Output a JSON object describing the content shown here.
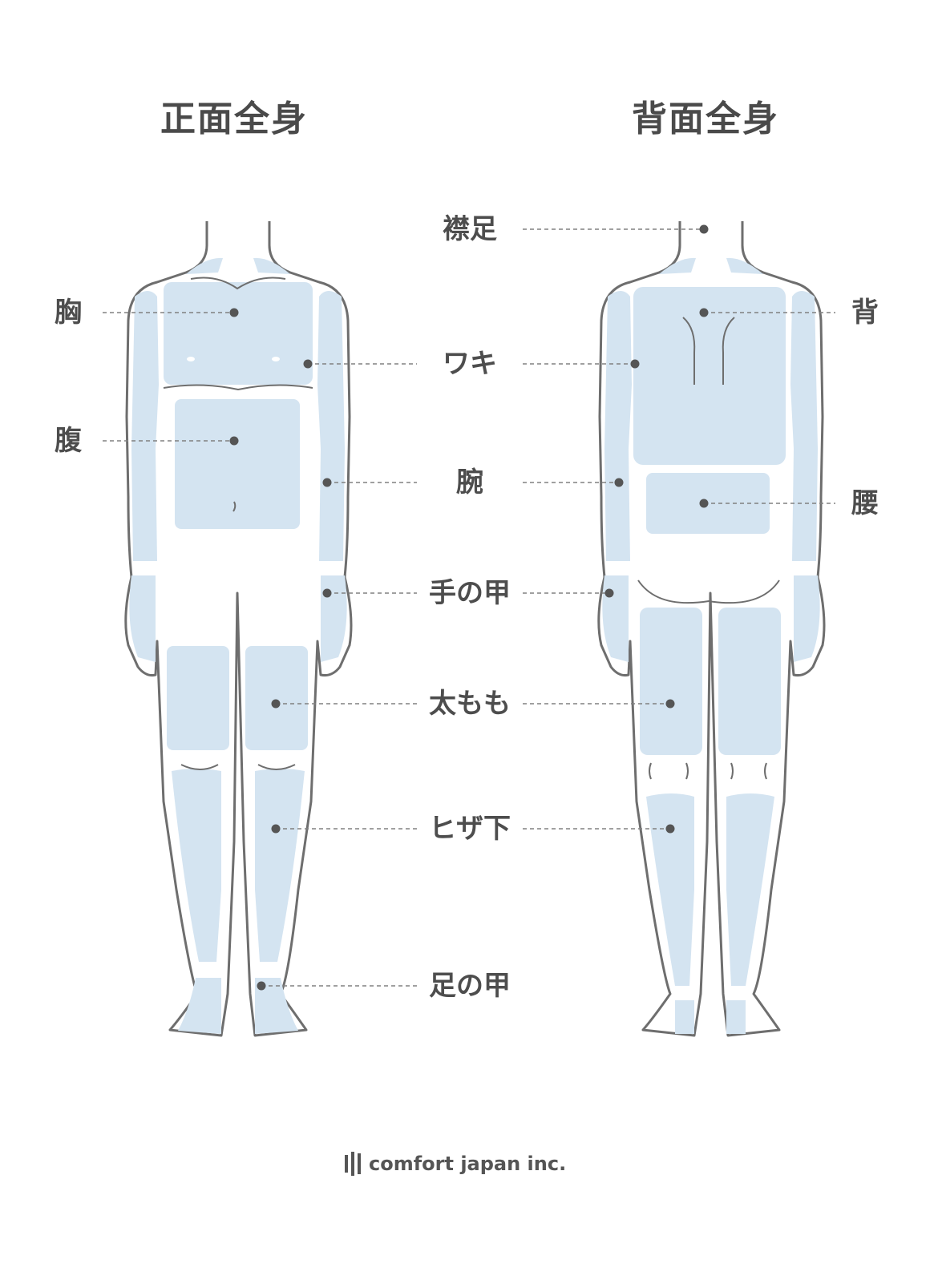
{
  "titles": {
    "front": "正面全身",
    "back": "背面全身"
  },
  "labels": {
    "chest": "胸",
    "abdomen": "腹",
    "nape": "襟足",
    "back": "背",
    "armpit": "ワキ",
    "arm": "腕",
    "waist": "腰",
    "hand": "手の甲",
    "thigh": "太もも",
    "below_knee": "ヒザ下",
    "foot": "足の甲"
  },
  "logo": {
    "text": "comfort japan inc."
  },
  "colors": {
    "fill": "#d4e4f1",
    "outline": "#6e6e6e",
    "leader": "#808080",
    "dot": "#555555"
  }
}
